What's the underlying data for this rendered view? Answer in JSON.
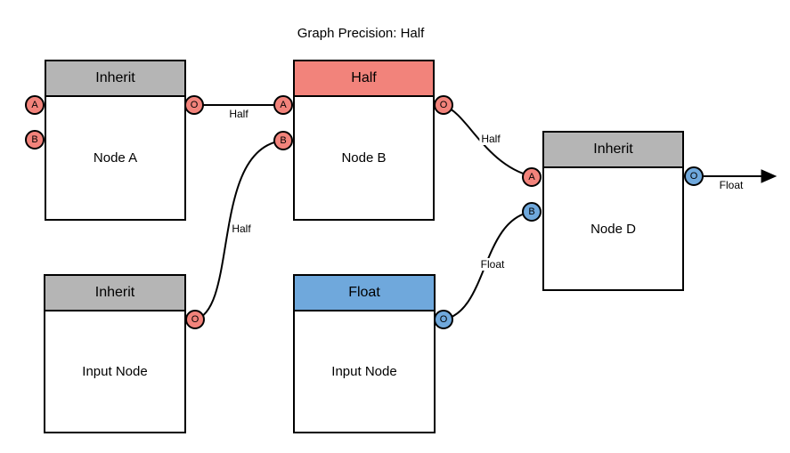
{
  "title": "Graph Precision: Half",
  "colors": {
    "inherit_gray": "#B5B5B5",
    "half_red": "#F2837B",
    "float_blue": "#6FA8DC"
  },
  "nodes": [
    {
      "header": "Inherit",
      "label": "Node A"
    },
    {
      "header": "Half",
      "label": "Node B"
    },
    {
      "header": "Inherit",
      "label": "Node D"
    },
    {
      "header": "Inherit",
      "label": "Input Node"
    },
    {
      "header": "Float",
      "label": "Input Node"
    }
  ],
  "ports": [
    {
      "letter": "A"
    },
    {
      "letter": "B"
    },
    {
      "letter": "O"
    },
    {
      "letter": "A"
    },
    {
      "letter": "B"
    },
    {
      "letter": "O"
    },
    {
      "letter": "A"
    },
    {
      "letter": "B"
    },
    {
      "letter": "O"
    },
    {
      "letter": "O"
    },
    {
      "letter": "O"
    }
  ],
  "edges": [
    {
      "label": "Half"
    },
    {
      "label": "Half"
    },
    {
      "label": "Half"
    },
    {
      "label": "Float"
    },
    {
      "label": "Float"
    }
  ]
}
